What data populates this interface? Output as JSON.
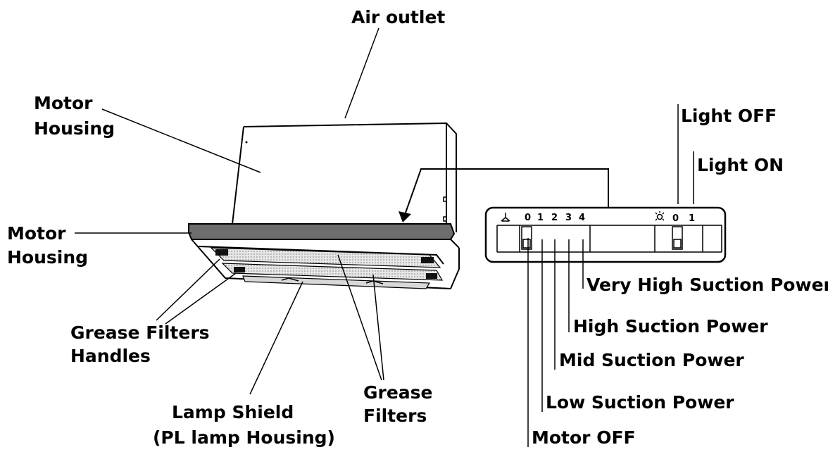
{
  "labels": {
    "air_outlet": "Air outlet",
    "motor_housing_top_1": "Motor",
    "motor_housing_top_2": "Housing",
    "motor_housing_side_1": "Motor",
    "motor_housing_side_2": "Housing",
    "grease_filters_handles_1": "Grease Filters",
    "grease_filters_handles_2": "Handles",
    "lamp_shield_1": "Lamp Shield",
    "lamp_shield_2": "(PL lamp Housing)",
    "grease_filters_1": "Grease",
    "grease_filters_2": "Filters",
    "light_off": "Light OFF",
    "light_on": "Light ON",
    "very_high": "Very High Suction Power",
    "high": "High Suction Power",
    "mid": "Mid Suction Power",
    "low": "Low Suction Power",
    "motor_off": "Motor OFF"
  },
  "control_panel": {
    "motor_positions": [
      "0",
      "1",
      "2",
      "3",
      "4"
    ],
    "light_positions": [
      "0",
      "1"
    ],
    "fan_icon": "fan-icon",
    "light_icon": "light-bulb-icon"
  },
  "colors": {
    "line": "#000000",
    "front_bar": "#6e6e6e",
    "filter_mesh": "#bdbdbd"
  }
}
